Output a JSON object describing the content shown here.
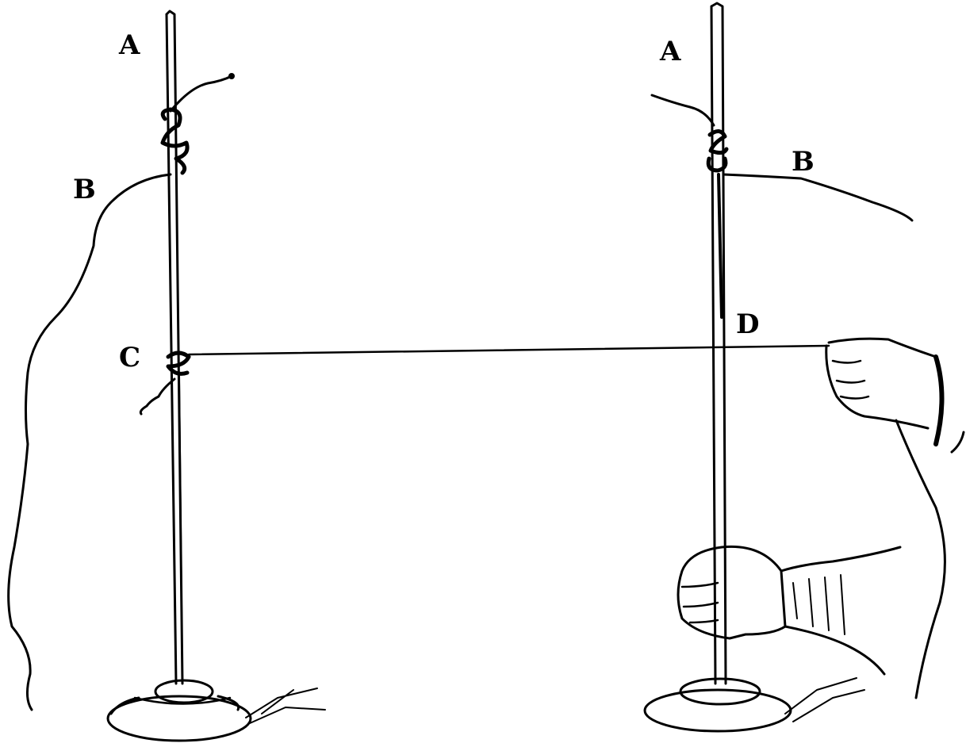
{
  "figure": {
    "left_apparatus": {
      "label_top": "A",
      "label_string": "B",
      "label_knot": "C"
    },
    "right_apparatus": {
      "label_top": "A",
      "label_string": "B",
      "label_point": "D"
    },
    "colors": {
      "ink": "#000000",
      "paper": "#ffffff"
    }
  }
}
